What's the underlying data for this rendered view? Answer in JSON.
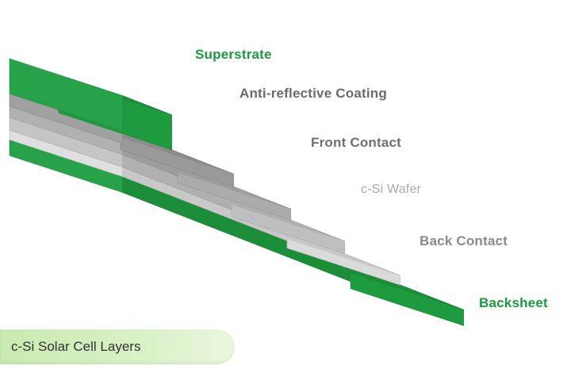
{
  "labels": {
    "superstrate": "Superstrate",
    "anti_reflective": "Anti-reflective Coating",
    "front_contact": "Front Contact",
    "wafer": "c-Si Wafer",
    "back_contact": "Back Contact",
    "backsheet": "Backsheet"
  },
  "caption": "c-Si Solar Cell Layers",
  "colors": {
    "brand_green": "#1a9a3c",
    "superstrate": "#1f9e40",
    "anti_reflective": "#9c9c9c",
    "front_contact": "#aeaeae",
    "wafer": "#c3c3c3",
    "back_contact": "#dedede",
    "backsheet": "#1f9e40"
  }
}
